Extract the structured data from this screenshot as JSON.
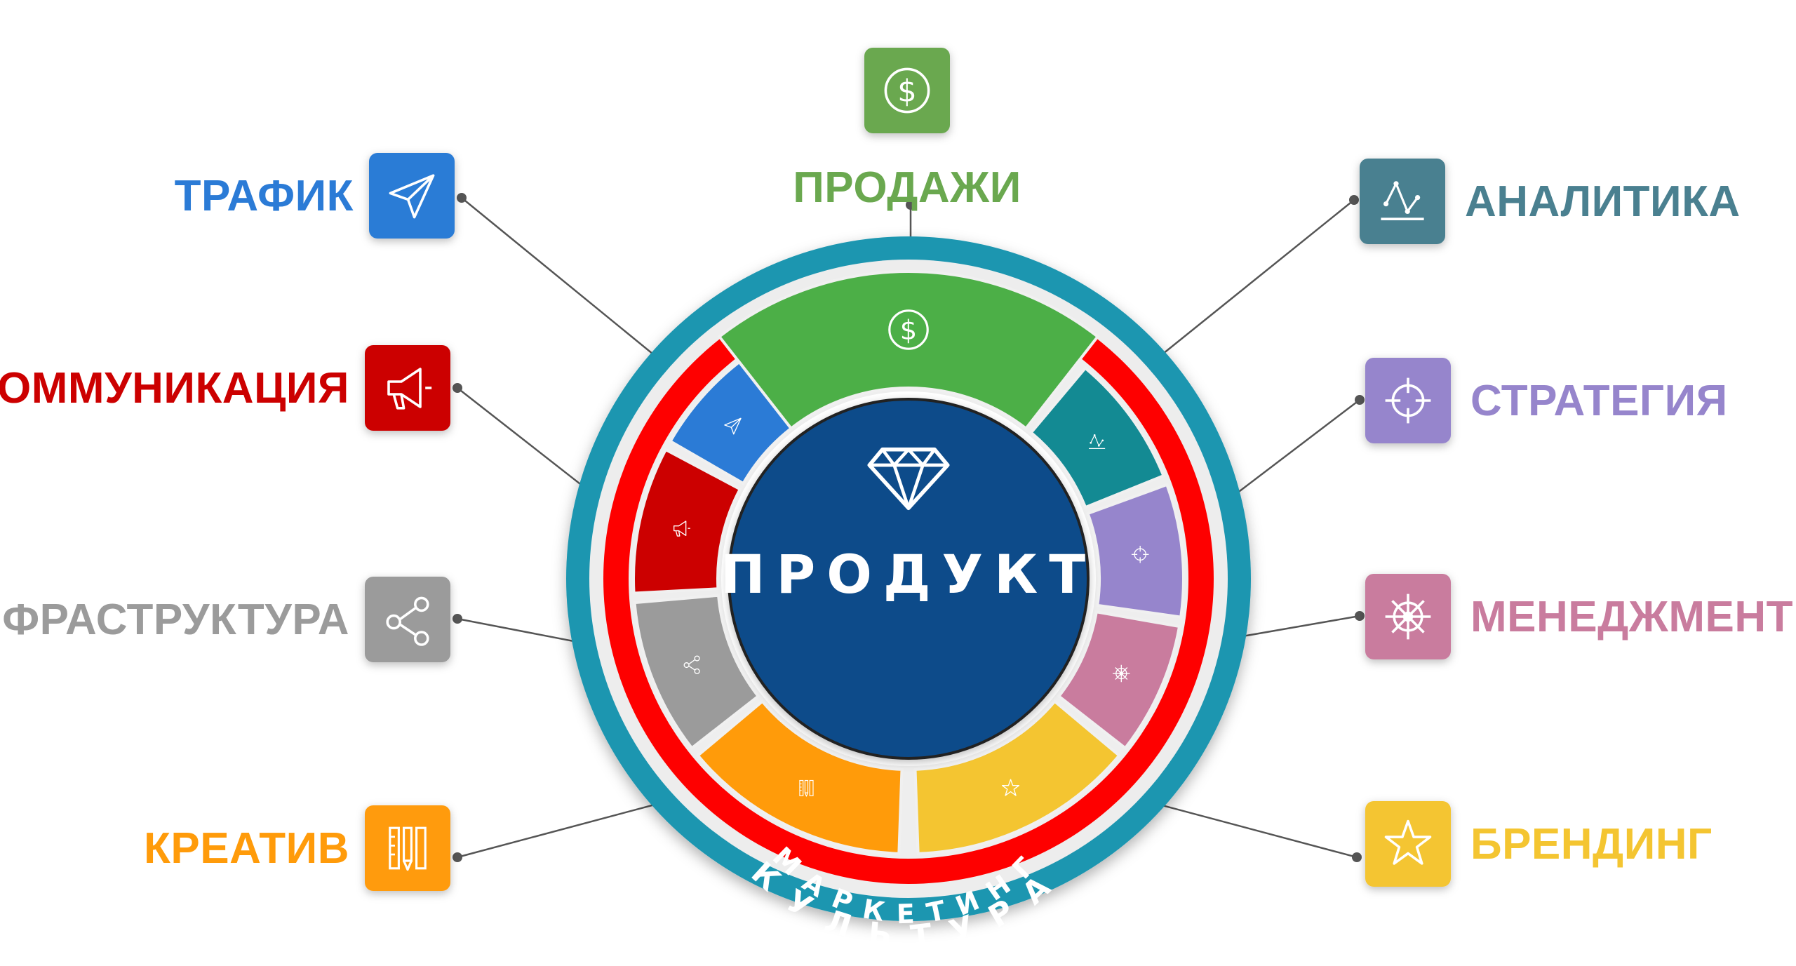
{
  "center": {
    "title": "ПРОДУКТ",
    "icon": "diamond-icon",
    "color": "#0f4c8a"
  },
  "rings": {
    "marketing": {
      "label": "МАРКЕТИНГ",
      "color": "#fe0000"
    },
    "culture": {
      "label": "КУЛЬТУРА",
      "color": "#1c96b0"
    }
  },
  "segments": [
    {
      "id": "sales",
      "label": "ПРОДАЖИ",
      "color": "#4caf47",
      "tile_color": "#6aa84f",
      "icon": "dollar-icon"
    },
    {
      "id": "analytics",
      "label": "АНАЛИТИКА",
      "color": "#138a93",
      "tile_color": "#4a8090",
      "icon": "chart-icon"
    },
    {
      "id": "strategy",
      "label": "СТРАТЕГИЯ",
      "color": "#9685cc",
      "tile_color": "#9685cc",
      "icon": "crosshair-icon"
    },
    {
      "id": "management",
      "label": "МЕНЕДЖМЕНТ",
      "color": "#c97c9e",
      "tile_color": "#c97c9e",
      "icon": "ship-wheel-icon"
    },
    {
      "id": "branding",
      "label": "БРЕНДИНГ",
      "color": "#f4c531",
      "tile_color": "#f4c531",
      "icon": "star-icon"
    },
    {
      "id": "creative",
      "label": "КРЕАТИВ",
      "color": "#ff9b0a",
      "tile_color": "#ff9b0a",
      "icon": "pencil-ruler-icon"
    },
    {
      "id": "infrastructure",
      "label": "ИНФРАСТРУКТУРА",
      "color": "#9b9b9b",
      "tile_color": "#9b9b9b",
      "icon": "share-icon"
    },
    {
      "id": "communication",
      "label": "КОММУНИКАЦИЯ",
      "color": "#cc0000",
      "tile_color": "#cc0000",
      "icon": "megaphone-icon"
    },
    {
      "id": "traffic",
      "label": "ТРАФИК",
      "color": "#2b7bd6",
      "tile_color": "#2b7bd6",
      "icon": "paper-plane-icon"
    }
  ],
  "colors": {
    "connector": "#555555",
    "connector_dot": "#555555"
  }
}
